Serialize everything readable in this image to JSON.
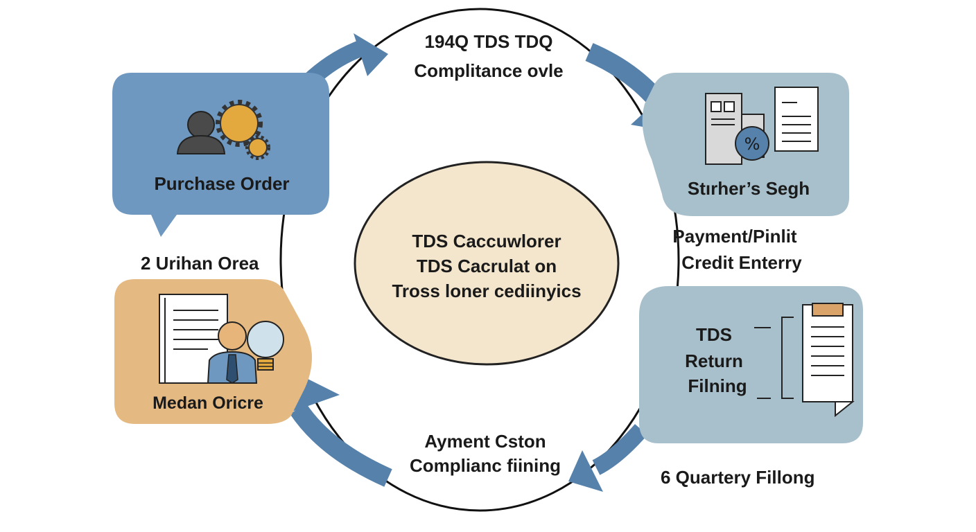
{
  "cycle": {
    "title_line1": "194Q TDS TDQ",
    "title_line2": "Complitance ovle"
  },
  "center": {
    "line1": "TDS Caccuwlorer",
    "line2": "TDS Cacrulat  on",
    "line3": "Tross loner cediinyics"
  },
  "nodes": {
    "purchase_order": {
      "label": "Purchase Order"
    },
    "urihan_orea": {
      "label": "2 Urihan Orea"
    },
    "medan_oricre": {
      "label": "Medan Oricre"
    },
    "stirhers_segh": {
      "label": "Stırher’s Segh"
    },
    "payment": {
      "line1": "Payment/Pinlit",
      "line2": "Credit Enterry"
    },
    "tds_return": {
      "line1": "TDS",
      "line2": "Return",
      "line3": "Filning"
    },
    "quarterly": {
      "label": "6  Quartery Fillong"
    }
  },
  "bottom_caption": {
    "line1": "Ayment Cston",
    "line2": "Complianc fiining"
  },
  "colors": {
    "blue_box": "#6e98c0",
    "gray_blue_box": "#a8c0cb",
    "tan_box": "#e4b982",
    "arrow": "#5581ab",
    "center_fill": "#f4e6cc",
    "gear": "#e3a83e"
  },
  "icons": [
    "person-gear-icon",
    "document-server-icon",
    "document-person-bulb-icon",
    "clipboard-icon"
  ]
}
